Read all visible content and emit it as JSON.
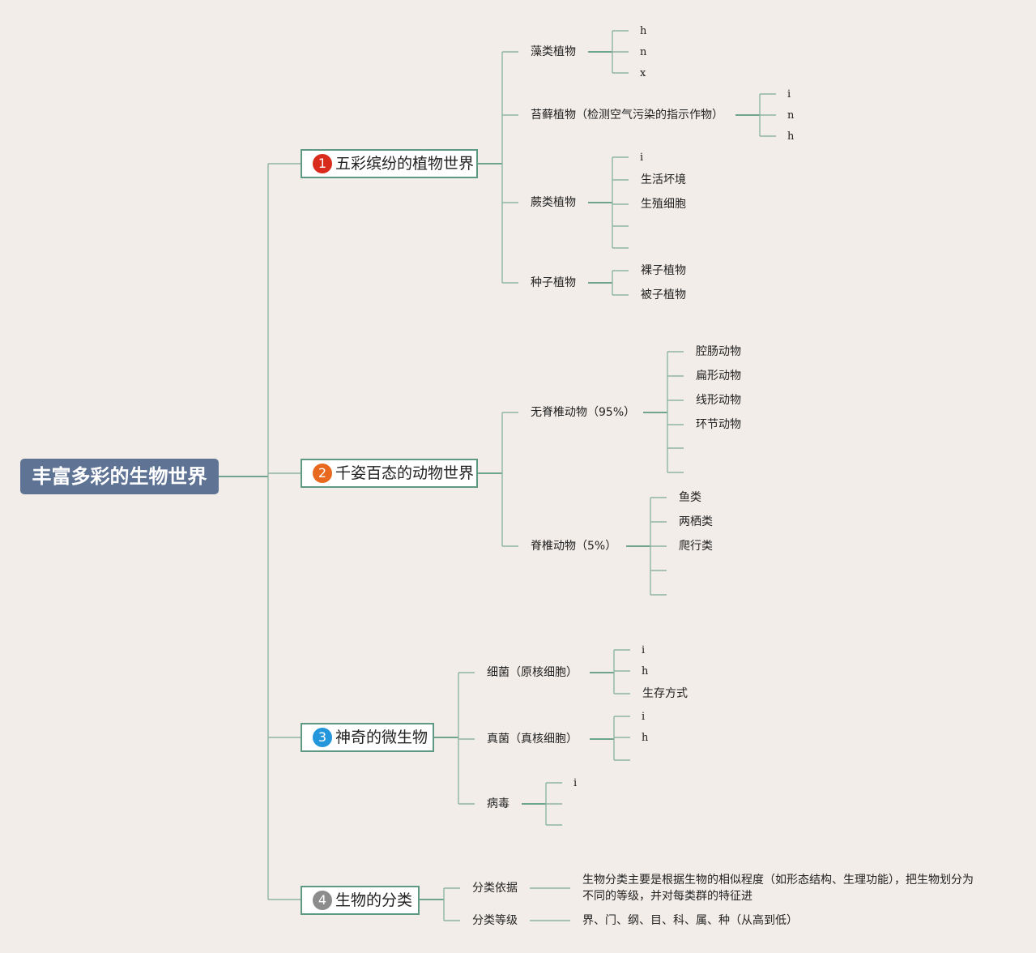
{
  "root": {
    "label": "丰富多彩的生物世界",
    "color": "#5f7395"
  },
  "branches": [
    {
      "number": "1",
      "badge_color": "#d92b1c",
      "label": "五彩缤纷的植物世界",
      "children": [
        {
          "label": "藻类植物",
          "leaves": [
            "h",
            "n",
            "x"
          ]
        },
        {
          "label": "苔藓植物（检测空气污染的指示作物）",
          "leaves": [
            "i",
            "n",
            "h"
          ]
        },
        {
          "label": "蕨类植物",
          "leaves": [
            "i",
            "生活坏境",
            "生殖细胞"
          ]
        },
        {
          "label": "种子植物",
          "leaves": [
            "裸子植物",
            "被子植物"
          ]
        }
      ]
    },
    {
      "number": "2",
      "badge_color": "#e8681e",
      "label": "千姿百态的动物世界",
      "children": [
        {
          "label": "无脊椎动物（95%）",
          "leaves": [
            "腔肠动物",
            "扁形动物",
            "线形动物",
            "环节动物"
          ]
        },
        {
          "label": "脊椎动物（5%）",
          "leaves": [
            "鱼类",
            "两栖类",
            "爬行类"
          ]
        }
      ]
    },
    {
      "number": "3",
      "badge_color": "#2396dc",
      "label": "神奇的微生物",
      "children": [
        {
          "label": "细菌（原核细胞）",
          "leaves": [
            "i",
            "h",
            "生存方式"
          ]
        },
        {
          "label": "真菌（真核细胞）",
          "leaves": [
            "i",
            "h"
          ]
        },
        {
          "label": "病毒",
          "leaves": [
            "i"
          ]
        }
      ]
    },
    {
      "number": "4",
      "badge_color": "#8c8c8c",
      "label": "生物的分类",
      "children": [
        {
          "label": "分类依据",
          "note": "生物分类主要是根据生物的相似程度（如形态结构、生理功能），把生物划分为不同的等级，并对每类群的特征进"
        },
        {
          "label": "分类等级",
          "note": "界、门、纲、目、科、属、种（从高到低）"
        }
      ]
    }
  ],
  "line_color": "#8fb5a4"
}
